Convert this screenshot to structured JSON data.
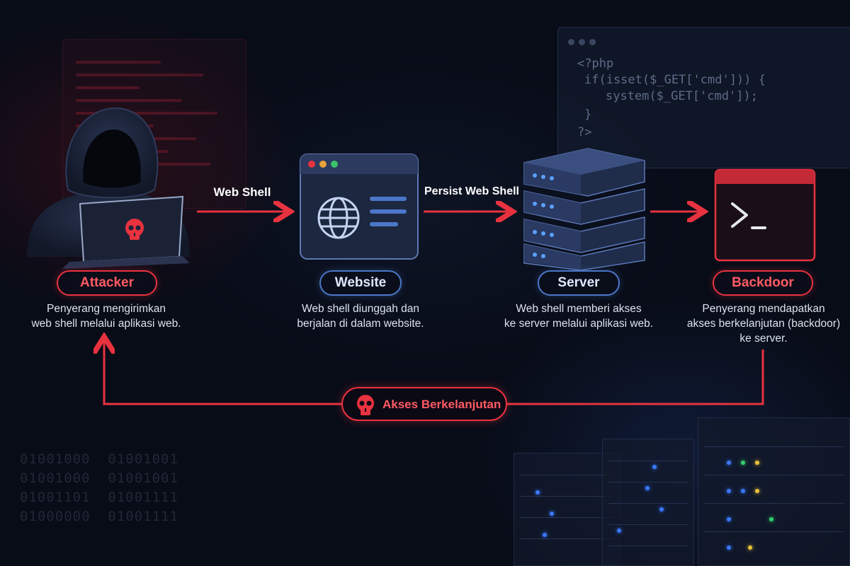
{
  "background": {
    "code_lines": [
      "<?php",
      "if(isset($_GET['cmd'])) {",
      "system($_GET['cmd']);",
      "}",
      "?>"
    ],
    "binary_lines": [
      "01001000  01001001",
      "01001000  01001001",
      "01001101  01001111",
      "01000000  01001111"
    ]
  },
  "arrows": {
    "web_shell": "Web Shell",
    "persist_web_shell": "Persist Web Shell"
  },
  "nodes": {
    "attacker": {
      "label": "Attacker",
      "desc_line1": "Penyerang mengirimkan",
      "desc_line2": "web shell melalui aplikasi web."
    },
    "website": {
      "label": "Website",
      "desc_line1": "Web shell diunggah dan",
      "desc_line2": "berjalan di dalam website."
    },
    "server": {
      "label": "Server",
      "desc_line1": "Web shell memberi akses",
      "desc_line2": "ke server melalui aplikasi web."
    },
    "backdoor": {
      "label": "Backdoor",
      "desc_line1": "Penyerang mendapatkan",
      "desc_line2": "akses berkelanjutan (backdoor)",
      "desc_line3": "ke server."
    }
  },
  "loop": {
    "label": "Akses Berkelanjutan"
  },
  "icons": {
    "attacker": "hooded-hacker-laptop-skull-icon",
    "website": "browser-window-globe-icon",
    "server": "server-stack-icon",
    "backdoor": "terminal-prompt-icon",
    "loop": "skull-icon"
  },
  "colors": {
    "accent_red": "#e8323f",
    "accent_blue": "#4b77c8",
    "background": "#080c17"
  }
}
